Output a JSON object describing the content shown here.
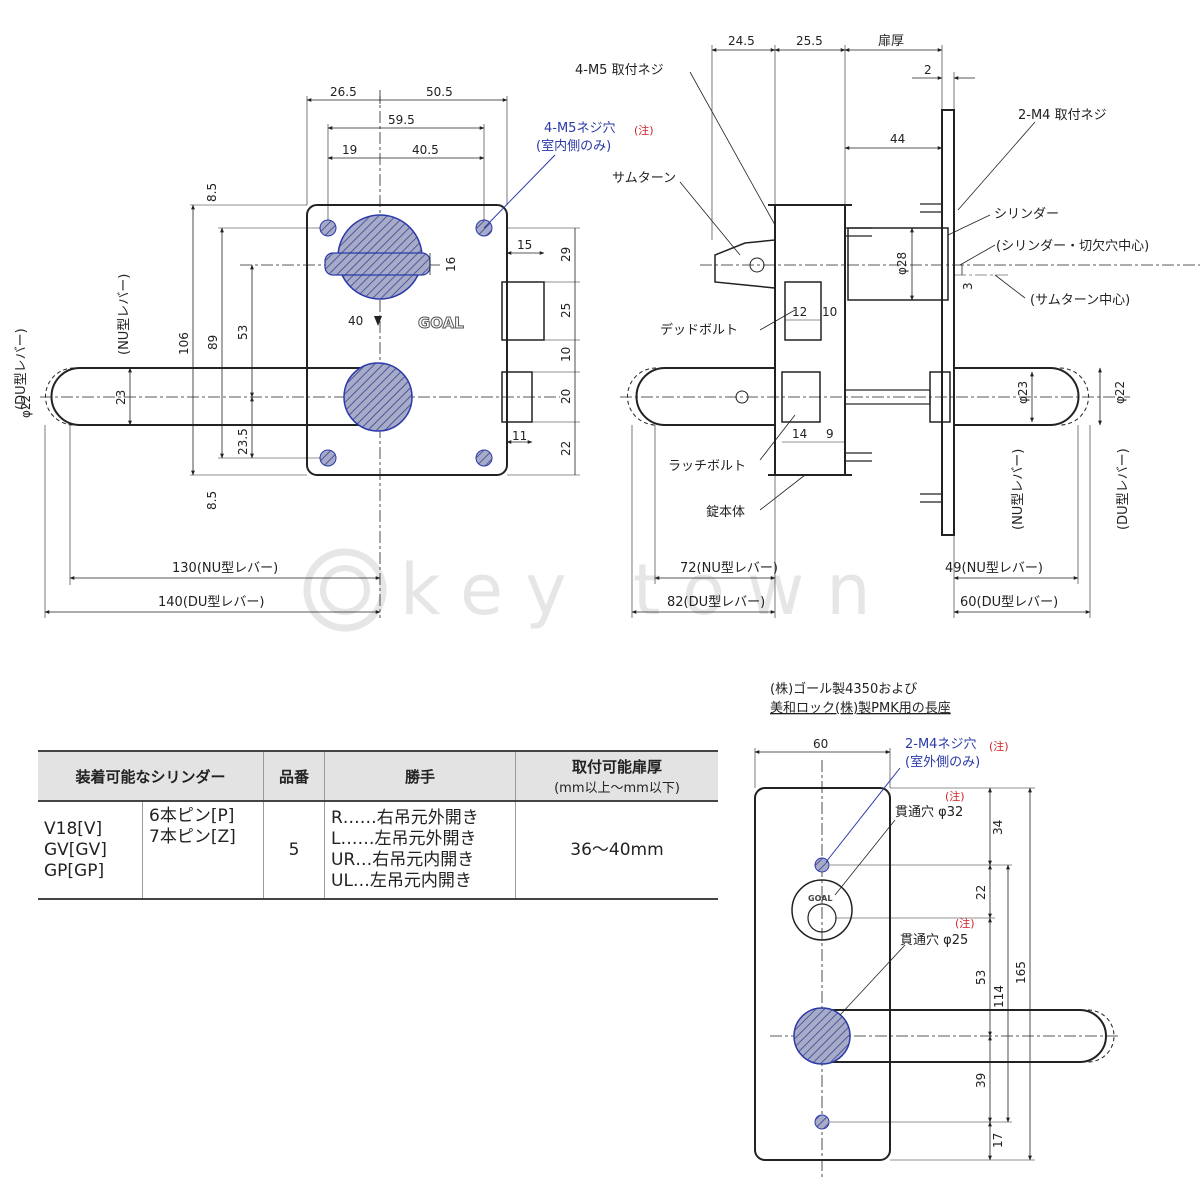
{
  "watermark": "key town",
  "front_view": {
    "dims_top": [
      "26.5",
      "50.5",
      "59.5",
      "19",
      "40.5"
    ],
    "dims_left": [
      "8.5",
      "106",
      "89",
      "53",
      "23",
      "23.5",
      "8.5"
    ],
    "dims_right": [
      "15",
      "29",
      "16",
      "25",
      "10",
      "20",
      "11",
      "22"
    ],
    "angle": "40",
    "brand": "GOAL",
    "lever_dia": "φ22",
    "du_lever": "(DU型レバー)",
    "nu_lever": "(NU型レバー)",
    "note_screw": "4-M5ネジ穴",
    "note_screw_sub": "(室内側のみ)",
    "note_mark": "(注)",
    "dim_130": "130(NU型レバー)",
    "dim_140": "140(DU型レバー)"
  },
  "side_view": {
    "dims_top": [
      "24.5",
      "25.5",
      "扉厚",
      "2",
      "44"
    ],
    "label_m5": "4-M5 取付ネジ",
    "label_m4": "2-M4 取付ネジ",
    "label_thumbturn": "サムターン",
    "label_cylinder": "シリンダー",
    "label_cyl_center": "(シリンダー・切欠穴中心)",
    "label_tt_center": "(サムターン中心)",
    "dia_28": "φ28",
    "dim_3": "3",
    "label_deadbolt": "デッドボルト",
    "dims_deadbolt": [
      "12",
      "10"
    ],
    "label_latch": "ラッチボルト",
    "dims_latch": [
      "14",
      "9"
    ],
    "label_body": "錠本体",
    "dia_23": "φ23",
    "dia_22": "φ22",
    "nu_lever": "(NU型レバー)",
    "du_lever": "(DU型レバー)",
    "dim_72": "72(NU型レバー)",
    "dim_82": "82(DU型レバー)",
    "dim_49": "49(NU型レバー)",
    "dim_60": "60(DU型レバー)"
  },
  "plate_view": {
    "caption_1": "(株)ゴール製4350および",
    "caption_2": "美和ロック(株)製PMK用の長座",
    "width": "60",
    "note_screw": "2-M4ネジ穴",
    "note_screw_sub": "(室外側のみ)",
    "note_mark": "(注)",
    "hole_32": "貫通穴 φ32",
    "hole_25": "貫通穴 φ25",
    "brand": "GOAL",
    "dims": [
      "34",
      "22",
      "53",
      "39",
      "17",
      "114",
      "165"
    ]
  },
  "spec_table": {
    "headers": [
      "装着可能なシリンダー",
      "品番",
      "勝手",
      "取付可能扉厚",
      "(mm以上〜mm以下)"
    ],
    "cylinders": "V18[V]\nGV[GV]\nGP[GP]",
    "pins": "6本ピン[P]\n7本ピン[Z]",
    "part_no": "5",
    "handing": "R……右吊元外開き\nL……左吊元外開き\nUR…右吊元内開き\nUL…左吊元内開き",
    "door_thickness": "36〜40mm"
  }
}
